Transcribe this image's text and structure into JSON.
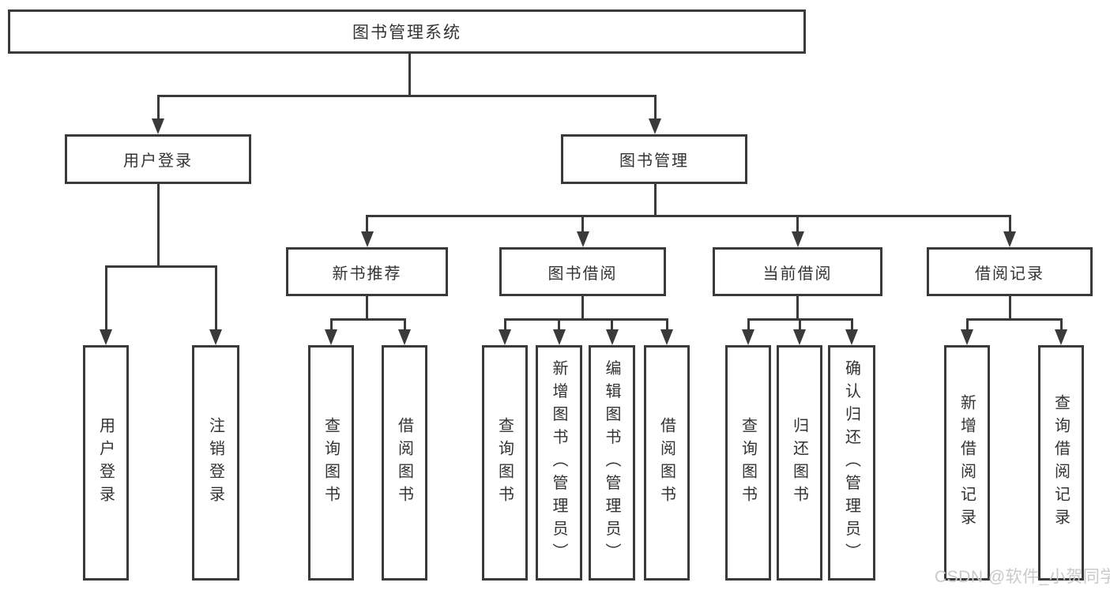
{
  "diagram": {
    "root": {
      "label": "图书管理系统"
    },
    "branches": [
      {
        "label": "用户登录",
        "children": [
          "用户登录",
          "注销登录"
        ]
      },
      {
        "label": "图书管理",
        "modules": [
          {
            "label": "新书推荐",
            "children": [
              "查询图书",
              "借阅图书"
            ]
          },
          {
            "label": "图书借阅",
            "children": [
              "查询图书",
              "新增图书（管理员）",
              "编辑图书（管理员）",
              "借阅图书"
            ]
          },
          {
            "label": "当前借阅",
            "children": [
              "查询图书",
              "归还图书",
              "确认归还（管理员）"
            ]
          },
          {
            "label": "借阅记录",
            "children": [
              "新增借阅记录",
              "查询借阅记录"
            ]
          }
        ]
      }
    ]
  },
  "watermark": {
    "text": "CSDN @软件_小贺同学"
  },
  "colors": {
    "line": "#3a3a3a",
    "box_border": "#3a3a3a",
    "box_fill": "#ffffff",
    "text": "#333333",
    "watermark": "#c9c9c9"
  }
}
